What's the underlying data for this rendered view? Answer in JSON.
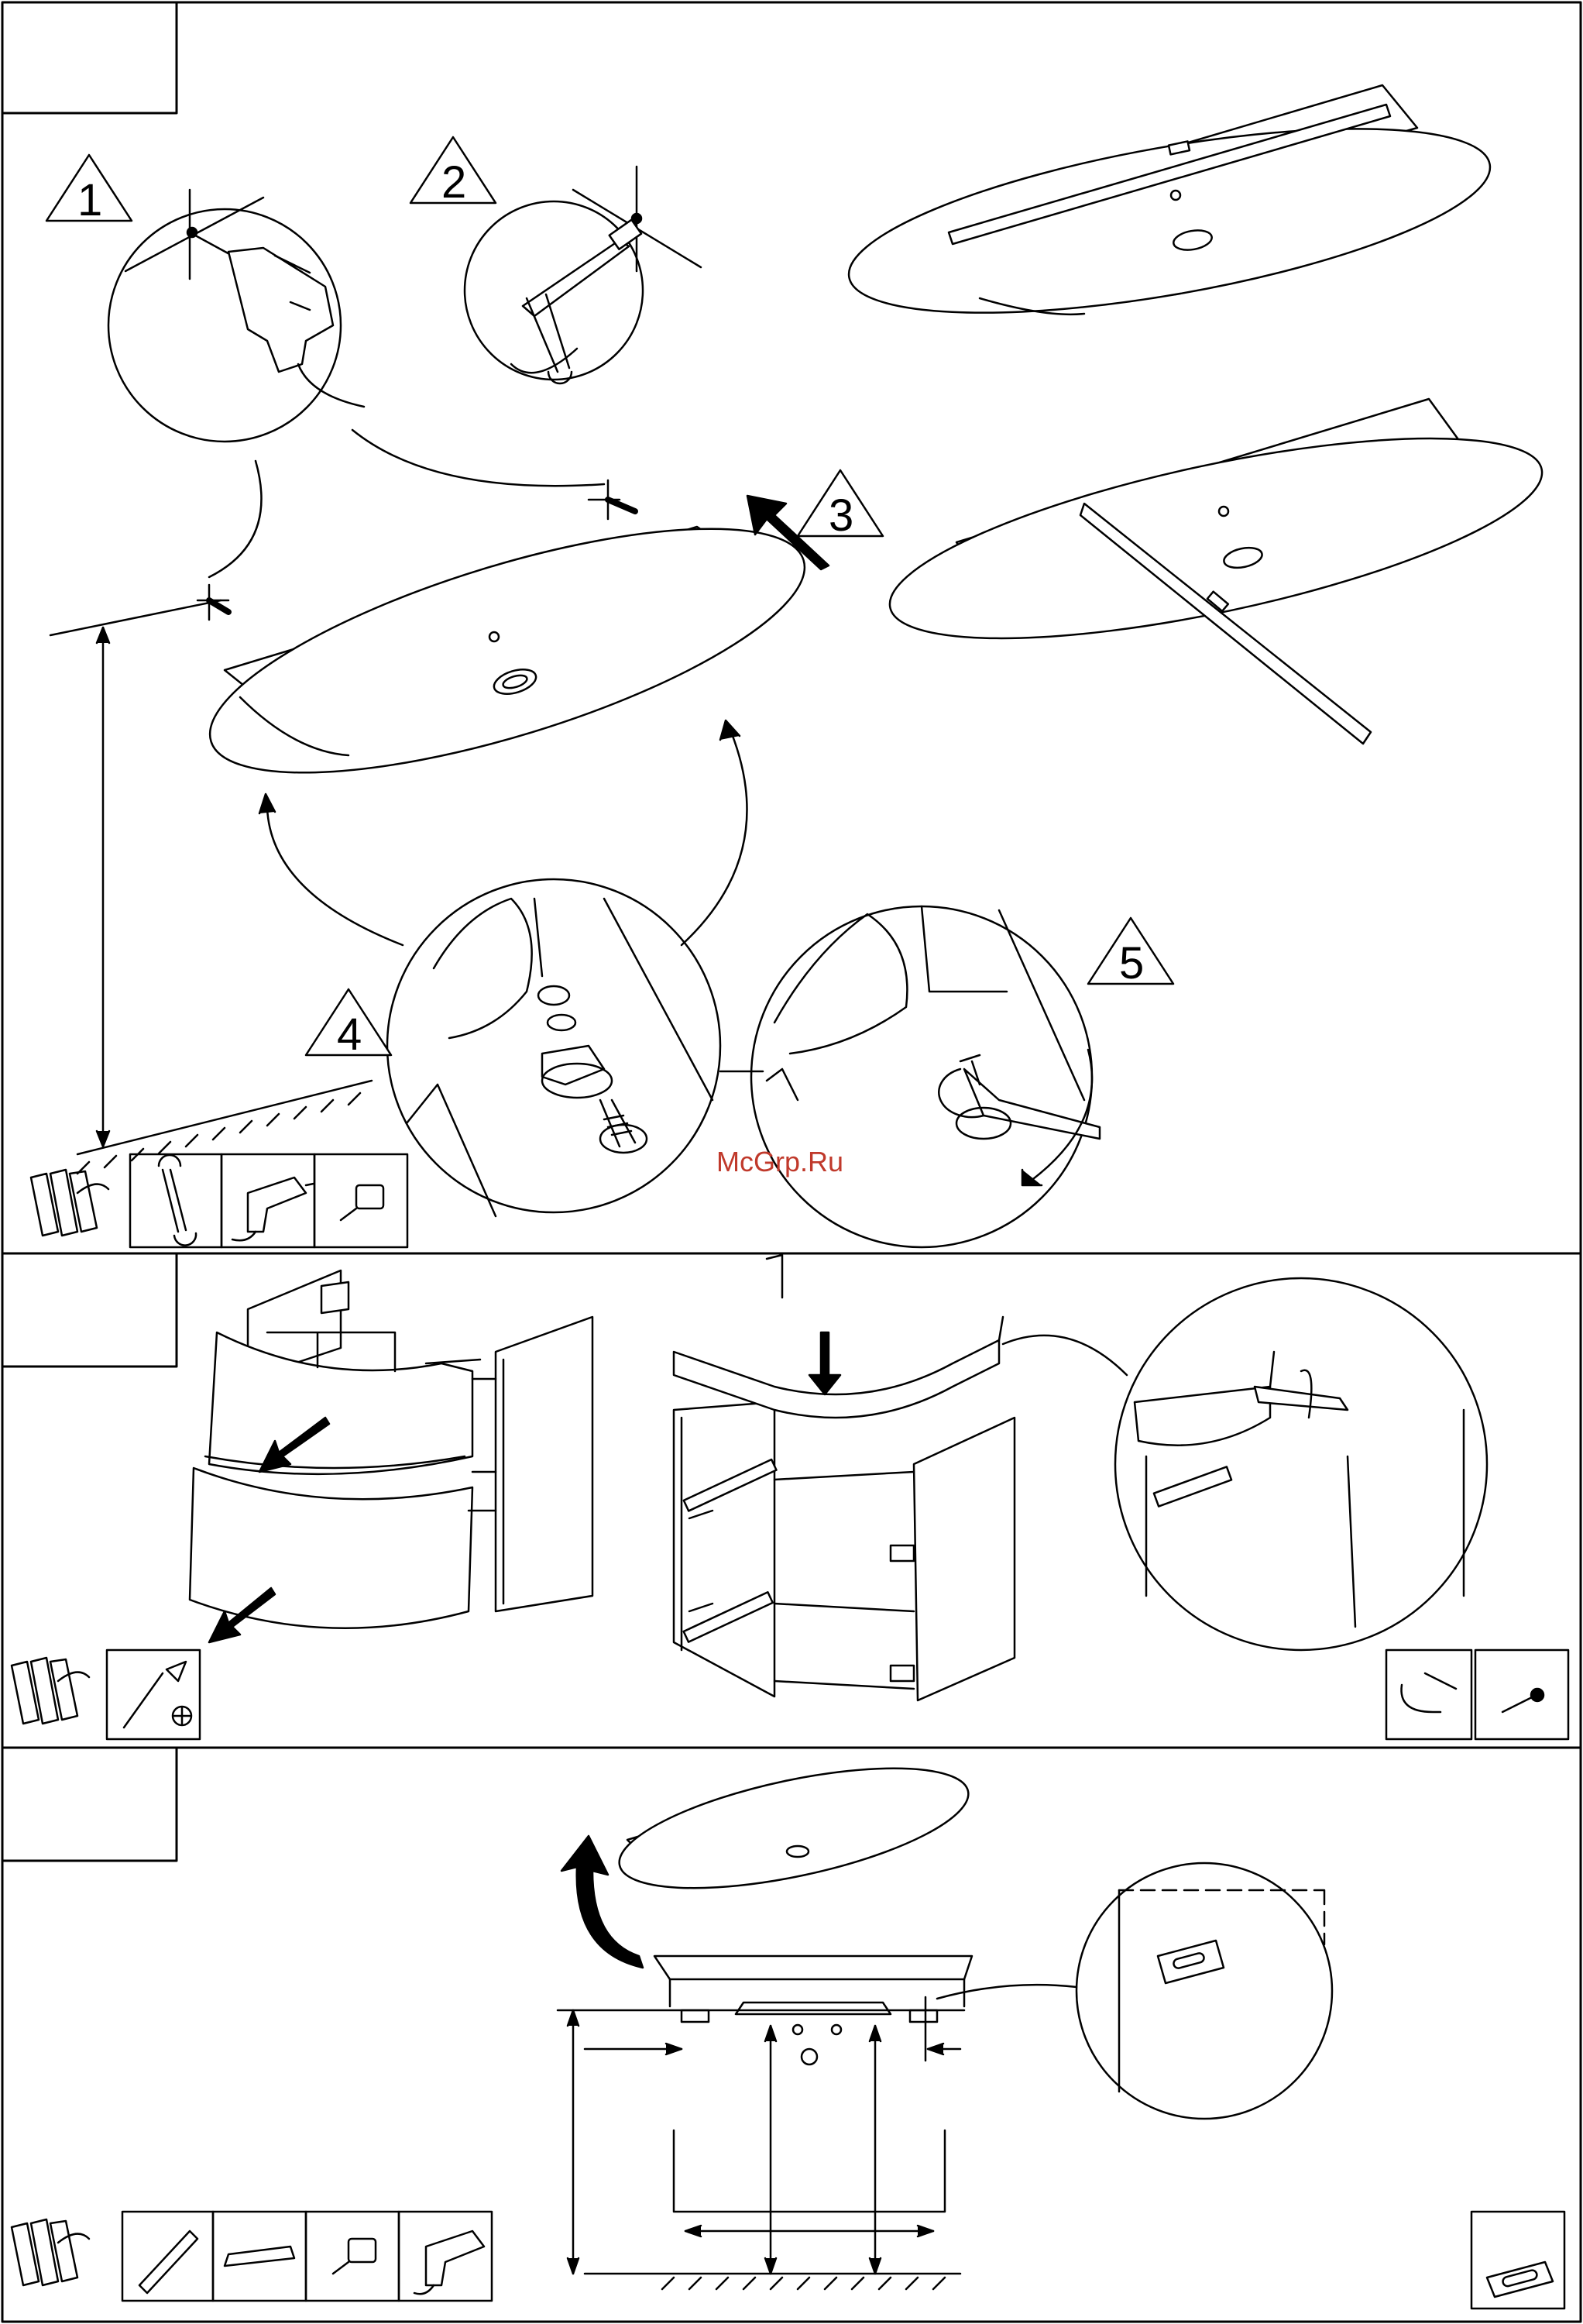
{
  "steps": {
    "step1": "1",
    "step2": "2",
    "step3": "3",
    "step4": "4",
    "step5": "5"
  },
  "watermark": "McGrp.Ru",
  "icons": {
    "panel1_tools": [
      "package-icon",
      "wrench-icon",
      "drill-icon",
      "tape-measure-icon"
    ],
    "panel2_tools": [
      "package-icon",
      "screwdriver-icon"
    ],
    "panel2_parts": [
      "handle-icon",
      "screw-icon"
    ],
    "panel3_tools": [
      "package-icon",
      "pencil-icon",
      "level-icon",
      "tape-measure-icon",
      "drill-icon"
    ],
    "panel3_parts": [
      "mounting-bracket-icon"
    ]
  }
}
